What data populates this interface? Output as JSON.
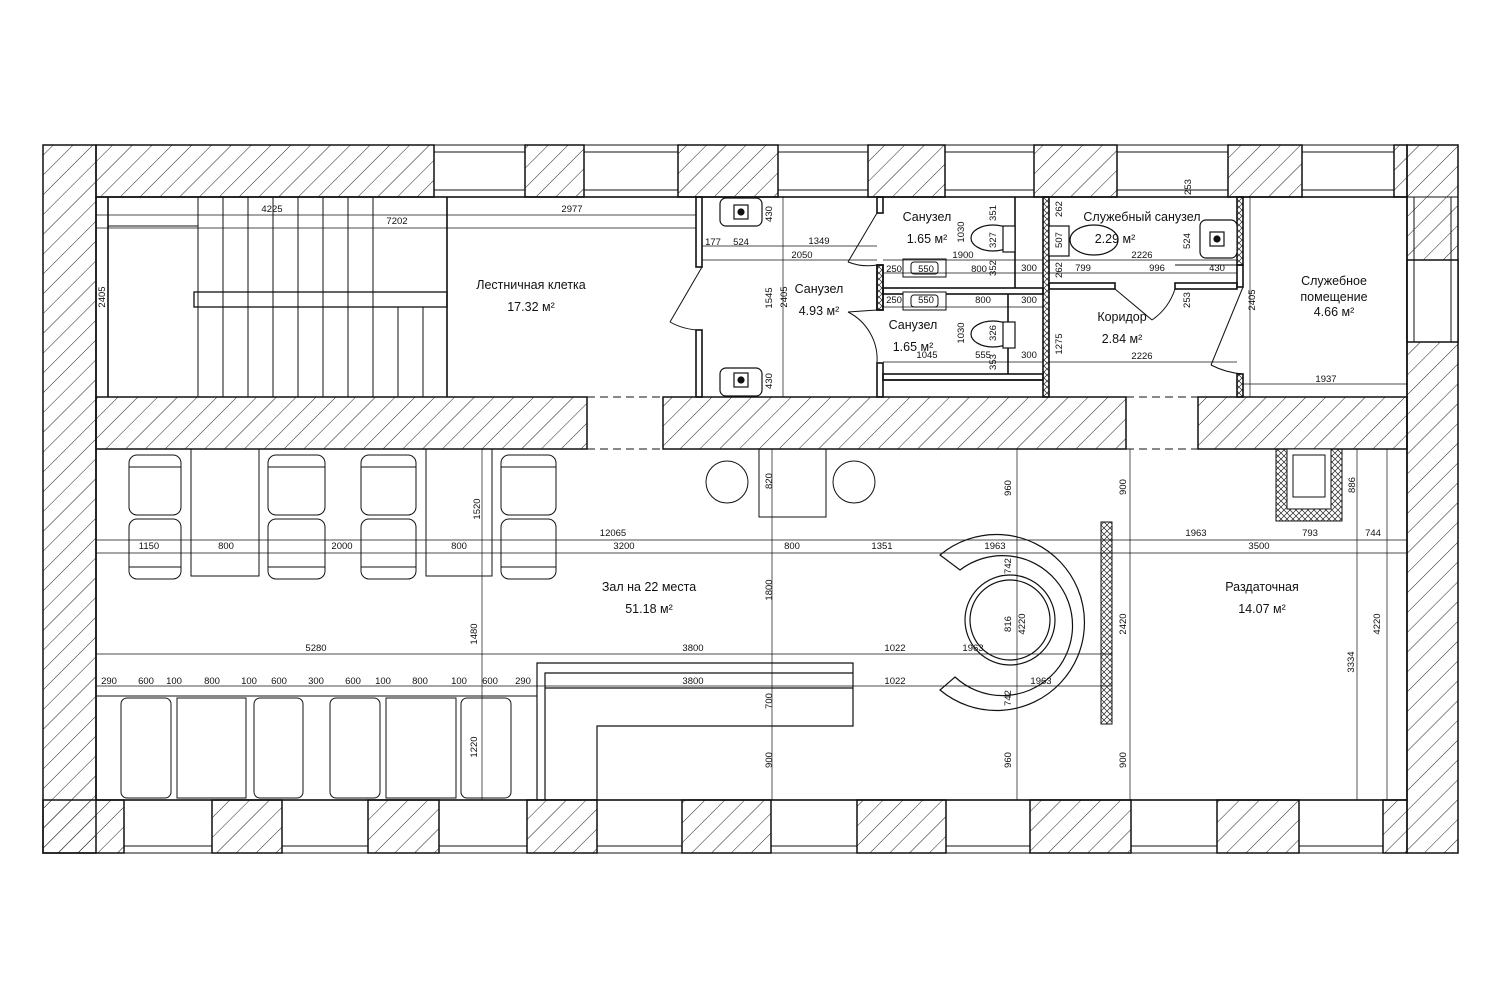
{
  "rooms": {
    "stair": {
      "name": "Лестничная клетка",
      "area": "17.32 м²"
    },
    "wc_main": {
      "name": "Санузел",
      "area": "4.93 м²"
    },
    "wc_top": {
      "name": "Санузел",
      "area": "1.65 м²"
    },
    "wc_bottom": {
      "name": "Санузел",
      "area": "1.65 м²"
    },
    "staff_wc": {
      "name": "Служебный санузел",
      "area": "2.29 м²"
    },
    "corridor": {
      "name": "Коридор",
      "area": "2.84 м²"
    },
    "service": {
      "name_line1": "Служебное",
      "name_line2": "помещение",
      "area": "4.66 м²"
    },
    "hall": {
      "name": "Зал на 22 места",
      "area": "51.18 м²"
    },
    "serving": {
      "name": "Раздаточная",
      "area": "14.07 м²"
    }
  },
  "dims_h": [
    "4225",
    "7202",
    "2977",
    "177",
    "524",
    "1349",
    "2050",
    "250",
    "550",
    "800",
    "1900",
    "300",
    "799",
    "2226",
    "996",
    "430",
    "250",
    "550",
    "800",
    "300",
    "1045",
    "555",
    "300",
    "2226",
    "1937",
    "12065",
    "1150",
    "800",
    "2000",
    "800",
    "3200",
    "800",
    "1351",
    "1963",
    "1963",
    "3500",
    "793",
    "744",
    "5280",
    "3800",
    "1022",
    "1963",
    "290",
    "600",
    "100",
    "800",
    "100",
    "600",
    "300",
    "600",
    "100",
    "800",
    "100",
    "600",
    "290",
    "3800",
    "1022",
    "1963"
  ],
  "dims_v": [
    "2405",
    "430",
    "1545",
    "2405",
    "430",
    "1030",
    "351",
    "327",
    "352",
    "1030",
    "326",
    "353",
    "262",
    "507",
    "262",
    "1275",
    "253",
    "524",
    "253",
    "2405",
    "820",
    "960",
    "900",
    "886",
    "1520",
    "1800",
    "742",
    "816",
    "4220",
    "2420",
    "4220",
    "3334",
    "1480",
    "700",
    "742",
    "1220",
    "900",
    "960",
    "900"
  ]
}
